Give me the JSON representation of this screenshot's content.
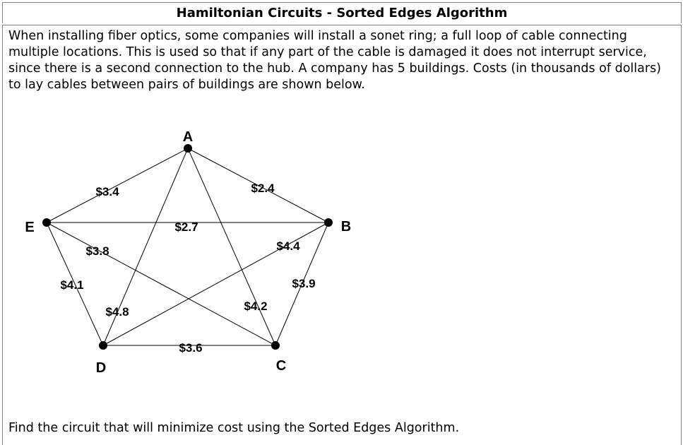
{
  "title": "Hamiltonian Circuits - Sorted Edges Algorithm",
  "intro": "When installing fiber optics, some companies will install a sonet ring; a full loop of cable connecting multiple locations. This is used so that if any part of the cable is damaged it does not interrupt service, since there is a second connection to the hub. A company has 5 buildings. Costs (in thousands of dollars) to lay cables between pairs of buildings are shown below.",
  "graph": {
    "vertices": [
      "A",
      "B",
      "C",
      "D",
      "E"
    ],
    "edges": [
      {
        "from": "A",
        "to": "B",
        "label": "$2.4"
      },
      {
        "from": "E",
        "to": "B",
        "label": "$2.7"
      },
      {
        "from": "A",
        "to": "E",
        "label": "$3.4"
      },
      {
        "from": "D",
        "to": "C",
        "label": "$3.6"
      },
      {
        "from": "E",
        "to": "C",
        "label": "$3.8"
      },
      {
        "from": "B",
        "to": "C",
        "label": "$3.9"
      },
      {
        "from": "E",
        "to": "D",
        "label": "$4.1"
      },
      {
        "from": "A",
        "to": "C",
        "label": "$4.2"
      },
      {
        "from": "B",
        "to": "D",
        "label": "$4.4"
      },
      {
        "from": "A",
        "to": "D",
        "label": "$4.8"
      }
    ]
  },
  "question": "Find the circuit that will minimize cost using the Sorted Edges Algorithm."
}
